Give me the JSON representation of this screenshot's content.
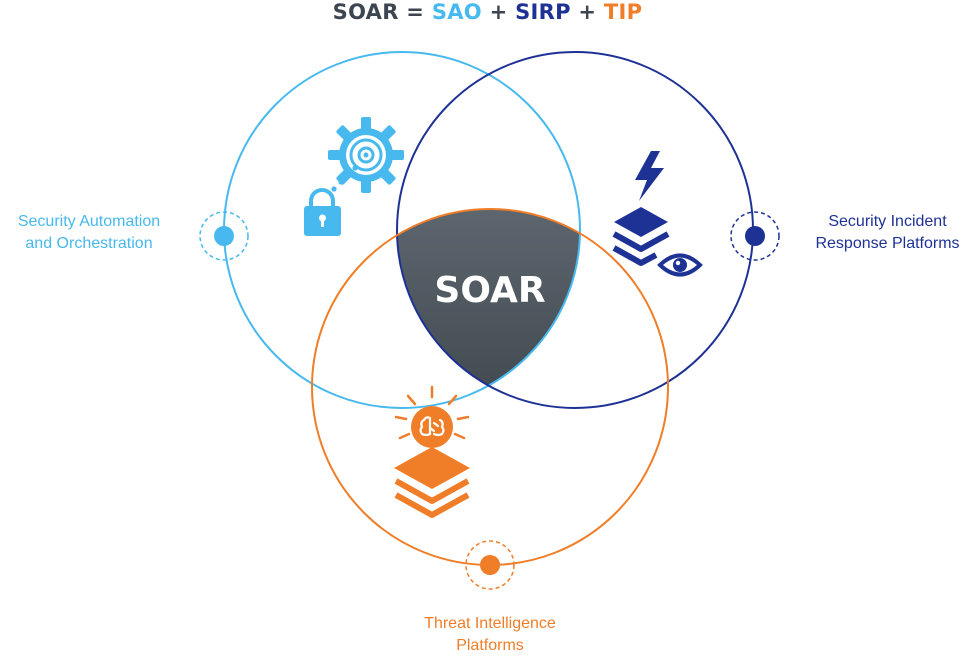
{
  "colors": {
    "sao": "#47b9ee",
    "sirp": "#1e3296",
    "tip": "#f07d28",
    "center": "#3d4650",
    "text_dark": "#3d4650"
  },
  "title": {
    "part1": "SOAR",
    "eq": " = ",
    "sao": "SAO",
    "plus1": " + ",
    "sirp": "SIRP",
    "plus2": " + ",
    "tip": "TIP"
  },
  "center_label": "SOAR",
  "sao": {
    "line1": "Security Automation",
    "line2": "and Orchestration",
    "icon": "gear-lock-icon"
  },
  "sirp": {
    "line1": "Security Incident",
    "line2": "Response Platforms",
    "icon": "lightning-layers-eye-icon"
  },
  "tip": {
    "line1": "Threat Intelligence",
    "line2": "Platforms",
    "icon": "brain-bulb-layers-icon"
  }
}
